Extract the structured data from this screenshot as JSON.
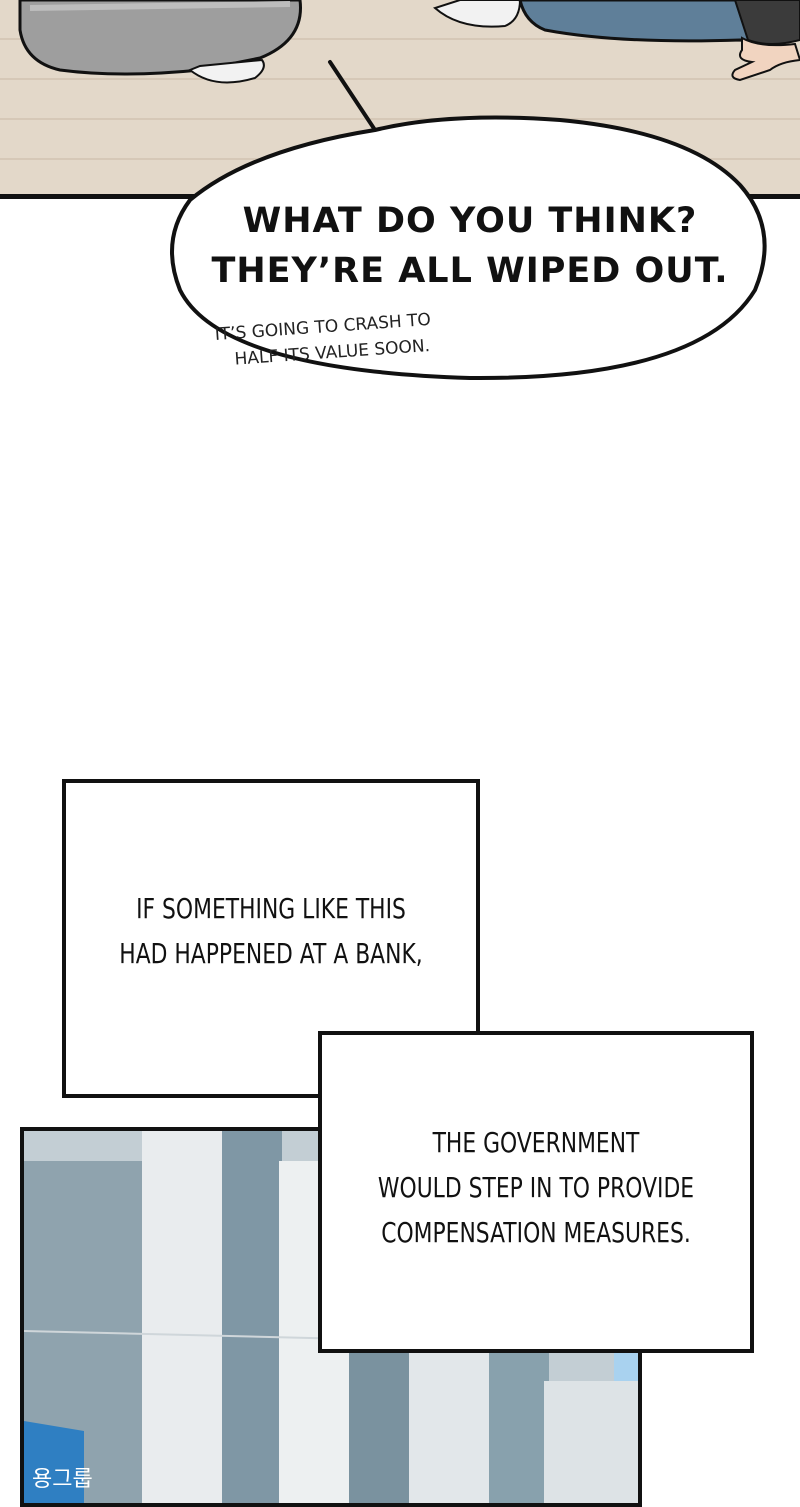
{
  "speech_bubble": {
    "lines": [
      "WHAT DO YOU THINK?",
      "THEY’RE ALL WIPED OUT."
    ]
  },
  "side_note": {
    "lines": [
      "IT’S GOING TO CRASH TO",
      "HALF ITS VALUE SOON."
    ]
  },
  "caption_1": {
    "lines": [
      "IF SOMETHING LIKE THIS",
      "HAD HAPPENED AT A BANK,"
    ]
  },
  "caption_2": {
    "lines": [
      "THE GOVERNMENT",
      "WOULD STEP IN TO PROVIDE",
      "COMPENSATION MEASURES."
    ]
  },
  "colors": {
    "floor": "#e3d8c9",
    "panel_border": "#111111",
    "sky": "#c9d3d8",
    "building_glass": "#7f97a5",
    "sign_blue": "#2f7fc2"
  },
  "sign_text": "용그룹"
}
